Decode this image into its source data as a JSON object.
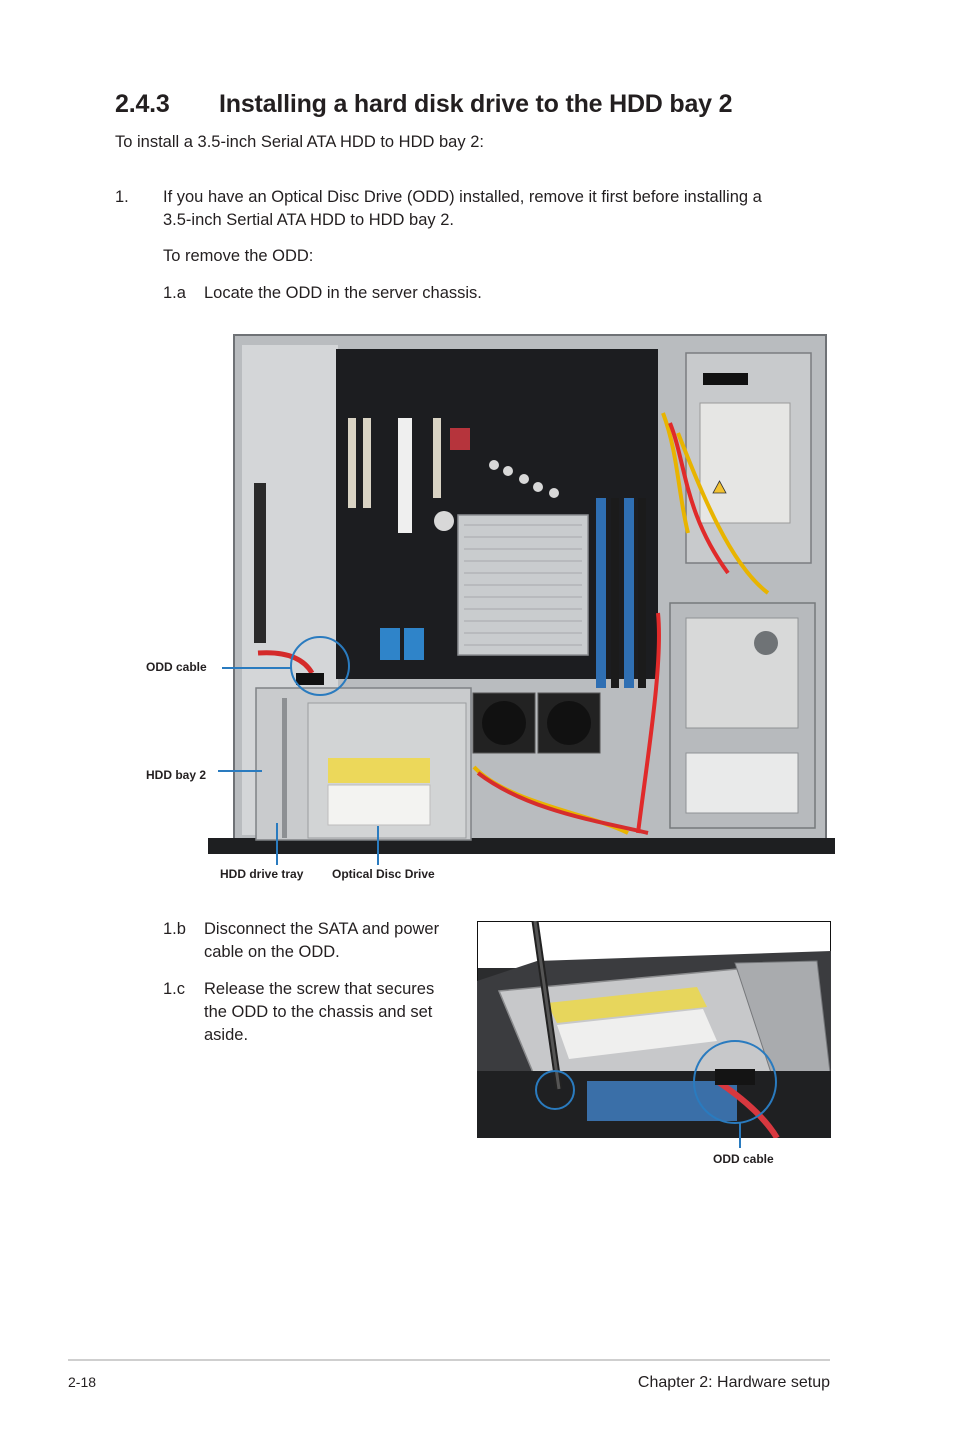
{
  "section": {
    "number": "2.4.3",
    "title": "Installing a hard disk drive to the HDD bay 2"
  },
  "intro": "To install a 3.5-inch Serial ATA HDD to HDD bay 2:",
  "step1": {
    "number": "1.",
    "line1": "If you have an Optical Disc Drive (ODD) installed, remove it first before installing a",
    "line2": "3.5-inch Sertial ATA HDD to HDD bay 2.",
    "remove_intro": "To remove the ODD:",
    "sub_a": {
      "number": "1.a",
      "text": "Locate the ODD in the server chassis."
    },
    "sub_b": {
      "number": "1.b",
      "line1": "Disconnect the SATA and power",
      "line2": "cable on the ODD."
    },
    "sub_c": {
      "number": "1.c",
      "line1": "Release the screw that secures",
      "line2": "the ODD to the chassis and set",
      "line3": "aside."
    }
  },
  "figure1": {
    "callouts": {
      "odd_cable": "ODD cable",
      "hdd_bay_2": "HDD bay 2",
      "hdd_drive_tray": "HDD drive tray",
      "optical_disc_drive": "Optical Disc Drive"
    }
  },
  "figure2": {
    "callouts": {
      "odd_cable": "ODD cable"
    }
  },
  "colors": {
    "callout_line": "#2a7bbf",
    "text": "#231f20",
    "rule": "#cfcfcf"
  },
  "footer": {
    "page": "2-18",
    "chapter": "Chapter 2:  Hardware setup"
  }
}
